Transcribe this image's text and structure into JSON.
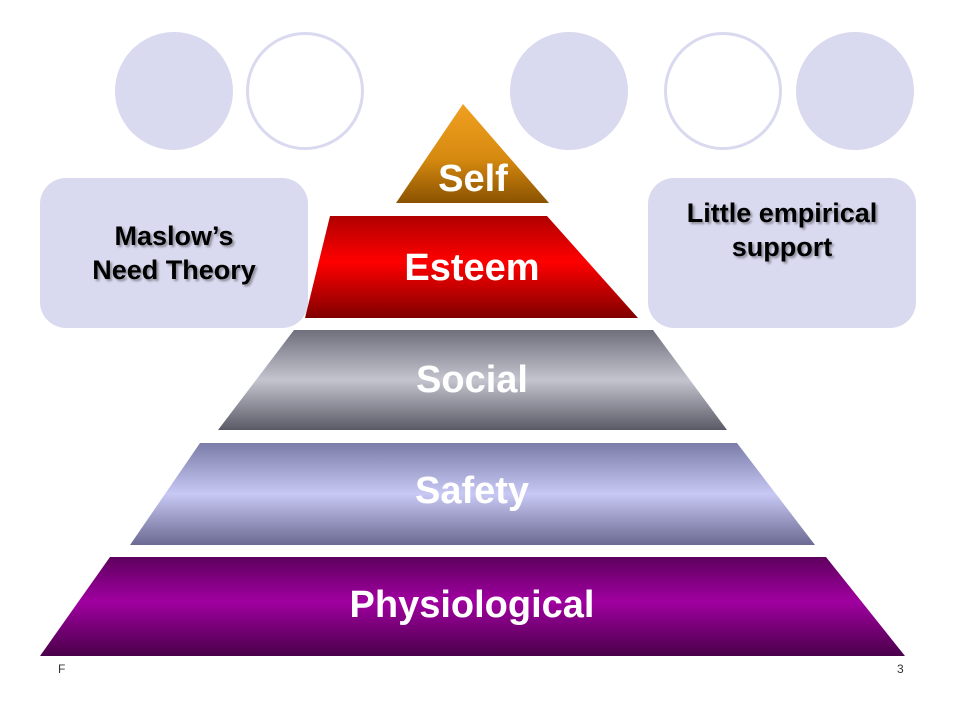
{
  "diagram": {
    "left_box": "Maslow’s\nNeed Theory",
    "right_box": "Little empirical\nsupport",
    "levels": [
      {
        "label": "Self",
        "color": "#cc7a00"
      },
      {
        "label": "Esteem",
        "color": "#cc0000"
      },
      {
        "label": "Social",
        "color": "#8c8c9c"
      },
      {
        "label": "Safety",
        "color": "#a8a8d8"
      },
      {
        "label": "Physiological",
        "color": "#880088"
      }
    ]
  },
  "footer": {
    "left": "F",
    "right": "3"
  }
}
